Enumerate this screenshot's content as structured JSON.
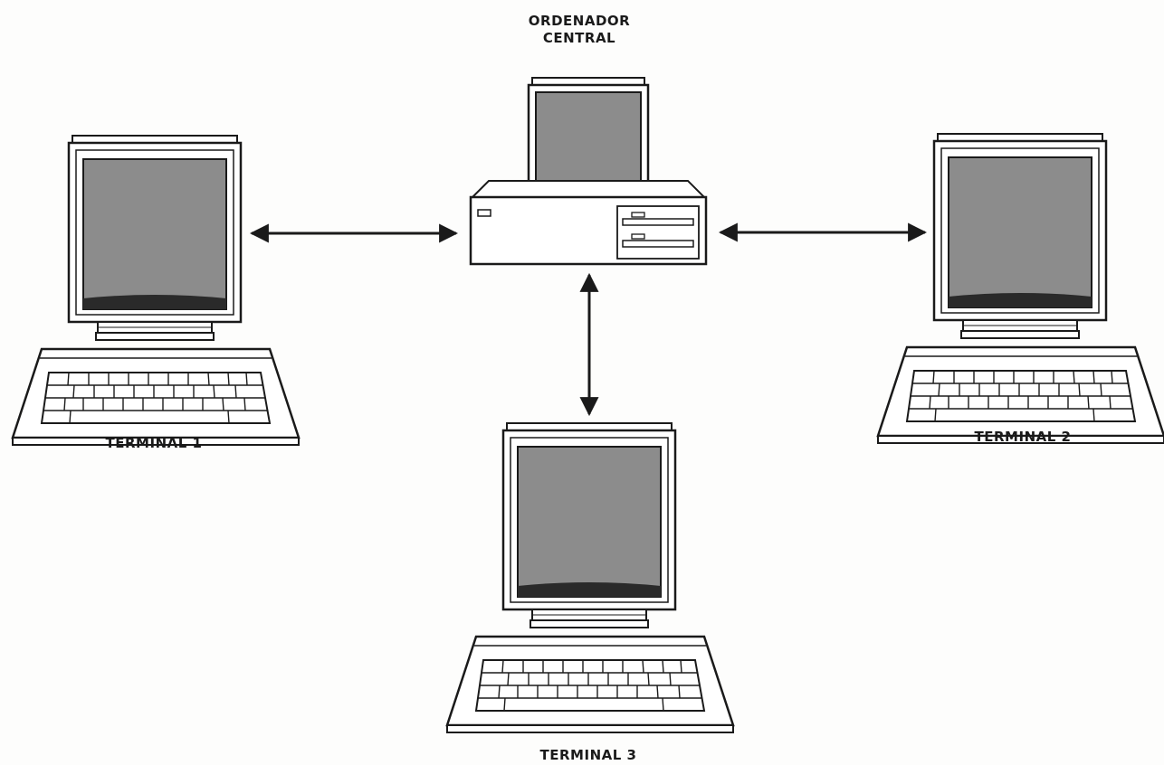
{
  "central": {
    "label_line1": "ORDENADOR",
    "label_line2": "CENTRAL"
  },
  "terminals": [
    {
      "label": "TERMINAL 1"
    },
    {
      "label": "TERMINAL 2"
    },
    {
      "label": "TERMINAL 3"
    }
  ],
  "colors": {
    "line": "#1a1a1a",
    "screen": "#8c8c8c",
    "screen_bottom": "#2a2a2a",
    "paper": "#fdfdfc"
  }
}
